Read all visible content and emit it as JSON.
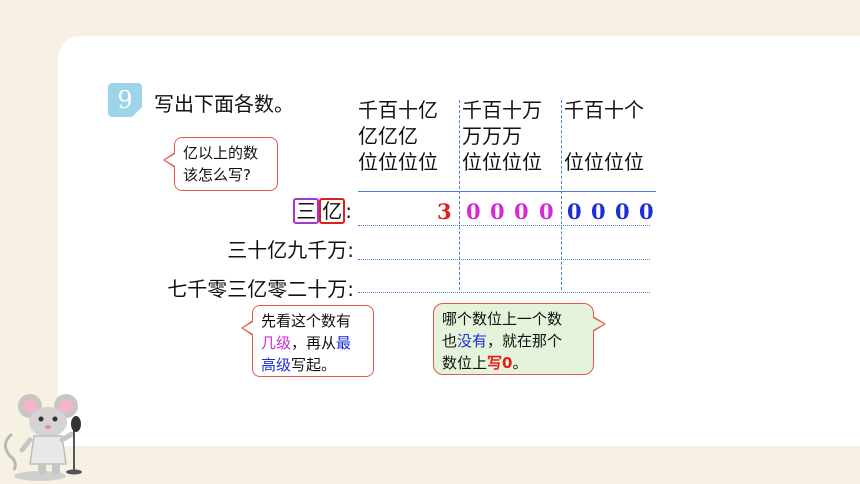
{
  "problem": {
    "number": "9",
    "title": "写出下面各数。"
  },
  "bubbles": {
    "hint1": [
      "亿以上的数",
      "该怎么写?"
    ],
    "hint2": {
      "part1": "先看这个数有",
      "part2_pink": "几级",
      "part3": "，再从",
      "part4_blue": "最",
      "part5_blue": "高级",
      "part6": "写起。"
    },
    "hint3": {
      "line1": "哪个数位上一个数",
      "line2_a": "也",
      "line2_blue": "没有",
      "line2_b": "，就在那个",
      "line3_a": "数位上",
      "line3_red": "写0",
      "line3_b": "。"
    }
  },
  "header": {
    "yi_group": {
      "row1": "千百十亿",
      "row2": "亿亿亿",
      "row3": "位位位位"
    },
    "wan_group": {
      "row1": "千百十万",
      "row2": "万万万",
      "row3": "位位位位"
    },
    "ge_group": {
      "row1": "千百十个",
      "row2": "",
      "row3": "位位位位"
    }
  },
  "rows": [
    {
      "label_a": "三",
      "label_b": "亿",
      "colon": ":",
      "digits": [
        "3",
        "0",
        "0",
        "0",
        "0",
        "0",
        "0",
        "0",
        "0"
      ]
    },
    {
      "label": "三十亿九千万:"
    },
    {
      "label": "七千零三亿零二十万:"
    }
  ],
  "colors": {
    "red": "#e31c1c",
    "pink": "#d42ad8",
    "blue": "#1d2fd6",
    "bubble_border": "#e4574f",
    "grid_line": "#4a7fd9",
    "badge": "#9ed4ea"
  },
  "icons": {
    "mascot": "mouse-with-microphone-icon"
  }
}
